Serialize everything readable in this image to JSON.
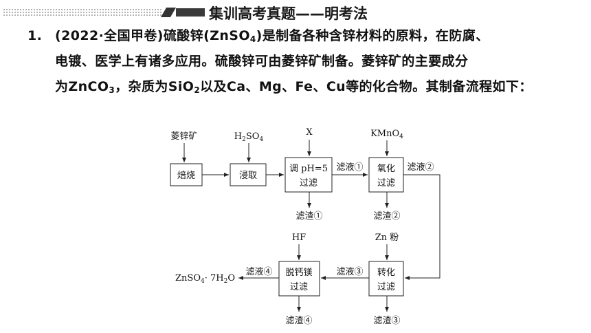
{
  "header": {
    "title": "集训高考真题——明考法"
  },
  "problem": {
    "number": "1.",
    "line1_a": "(2022·全国甲卷)硫酸锌(ZnSO",
    "line1_sub": "4",
    "line1_b": ")是制备各种含锌材料的原料，在防腐、",
    "line2": "电镀、医学上有诸多应用。硫酸锌可由菱锌矿制备。菱锌矿的主要成分",
    "line3_a": "为ZnCO",
    "line3_sub1": "3",
    "line3_b": "，杂质为SiO",
    "line3_sub2": "2",
    "line3_c": "以及Ca、Mg、Fe、Cu等的化合物。其制备流程如下："
  },
  "flowchart": {
    "inputs": {
      "ore": "菱锌矿",
      "acid_main": "H",
      "acid_sub1": "2",
      "acid_mid": "SO",
      "acid_sub2": "4",
      "x": "X",
      "kmno_main": "KMnO",
      "kmno_sub": "4",
      "hf": "HF",
      "zn": "Zn 粉"
    },
    "boxes": {
      "roast": "焙烧",
      "leach": "浸取",
      "ph_line1": "调 pH=5",
      "ph_line2": "过滤",
      "oxid_line1": "氧化",
      "oxid_line2": "过滤",
      "trans_line1": "转化",
      "trans_line2": "过滤",
      "decal_line1": "脱钙镁",
      "decal_line2": "过滤"
    },
    "filtrates": {
      "f1": "滤液①",
      "f2": "滤液②",
      "f3": "滤液③",
      "f4": "滤液④"
    },
    "residues": {
      "r1": "滤渣①",
      "r2": "滤渣②",
      "r3": "滤渣③",
      "r4": "滤渣④"
    },
    "product": {
      "main": "ZnSO",
      "sub1": "4",
      "dot": "· 7H",
      "sub2": "2",
      "tail": "O"
    }
  }
}
